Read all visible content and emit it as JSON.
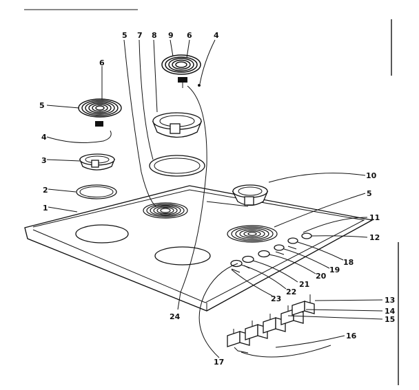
{
  "diagram": {
    "callouts": [
      {
        "id": "c1",
        "text": "1"
      },
      {
        "id": "c2",
        "text": "2"
      },
      {
        "id": "c3",
        "text": "3"
      },
      {
        "id": "c4a",
        "text": "4"
      },
      {
        "id": "c4b",
        "text": "4"
      },
      {
        "id": "c5a",
        "text": "5"
      },
      {
        "id": "c5b",
        "text": "5"
      },
      {
        "id": "c5c",
        "text": "5"
      },
      {
        "id": "c6a",
        "text": "6"
      },
      {
        "id": "c6b",
        "text": "6"
      },
      {
        "id": "c7",
        "text": "7"
      },
      {
        "id": "c8",
        "text": "8"
      },
      {
        "id": "c9",
        "text": "9"
      },
      {
        "id": "c10",
        "text": "10"
      },
      {
        "id": "c11",
        "text": "11"
      },
      {
        "id": "c12",
        "text": "12"
      },
      {
        "id": "c13",
        "text": "13"
      },
      {
        "id": "c14",
        "text": "14"
      },
      {
        "id": "c15",
        "text": "15"
      },
      {
        "id": "c16",
        "text": "16"
      },
      {
        "id": "c17",
        "text": "17"
      },
      {
        "id": "c18",
        "text": "18"
      },
      {
        "id": "c19",
        "text": "19"
      },
      {
        "id": "c20",
        "text": "20"
      },
      {
        "id": "c21",
        "text": "21"
      },
      {
        "id": "c22",
        "text": "22"
      },
      {
        "id": "c23",
        "text": "23"
      },
      {
        "id": "c24",
        "text": "24"
      }
    ]
  }
}
